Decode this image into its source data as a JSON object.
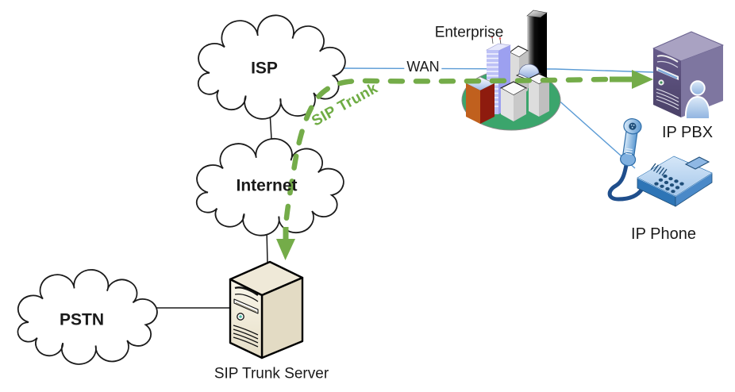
{
  "diagram": {
    "type": "network-topology",
    "nodes": {
      "isp": {
        "label": "ISP",
        "kind": "cloud"
      },
      "internet": {
        "label": "Internet",
        "kind": "cloud"
      },
      "pstn": {
        "label": "PSTN",
        "kind": "cloud"
      },
      "sip_trunk_server": {
        "label": "SIP Trunk Server",
        "kind": "server-tower"
      },
      "enterprise": {
        "label": "Enterprise",
        "kind": "city-buildings"
      },
      "ip_pbx": {
        "label": "IP PBX",
        "kind": "server-tower-with-user"
      },
      "ip_phone": {
        "label": "IP Phone",
        "kind": "desk-phone"
      }
    },
    "connections": {
      "wan": {
        "label": "WAN",
        "from": "isp",
        "to": "enterprise",
        "style": "thin-blue-line"
      },
      "sip_trunk": {
        "label": "SIP Trunk",
        "from": "isp",
        "to": [
          "sip_trunk_server",
          "ip_pbx"
        ],
        "style": "green-dashed-arrow"
      },
      "isp_internet": {
        "from": "isp",
        "to": "internet",
        "style": "black-line"
      },
      "internet_server": {
        "from": "internet",
        "to": "sip_trunk_server",
        "style": "black-line"
      },
      "pstn_server": {
        "from": "pstn",
        "to": "sip_trunk_server",
        "style": "black-line"
      },
      "enterprise_phone": {
        "from": "enterprise",
        "to": "ip_phone",
        "style": "thin-blue-line"
      }
    },
    "colors": {
      "sip_trunk_green": "#74AC49",
      "network_line_blue": "#5B9BD5",
      "connector_black": "#1A1A1A",
      "cloud_fill": "#FFFFFF",
      "pbx_purple": "#554B75",
      "server_beige": "#F2EDDD",
      "phone_blue": "#2E75B6",
      "enterprise_green": "#3BA56C"
    }
  }
}
